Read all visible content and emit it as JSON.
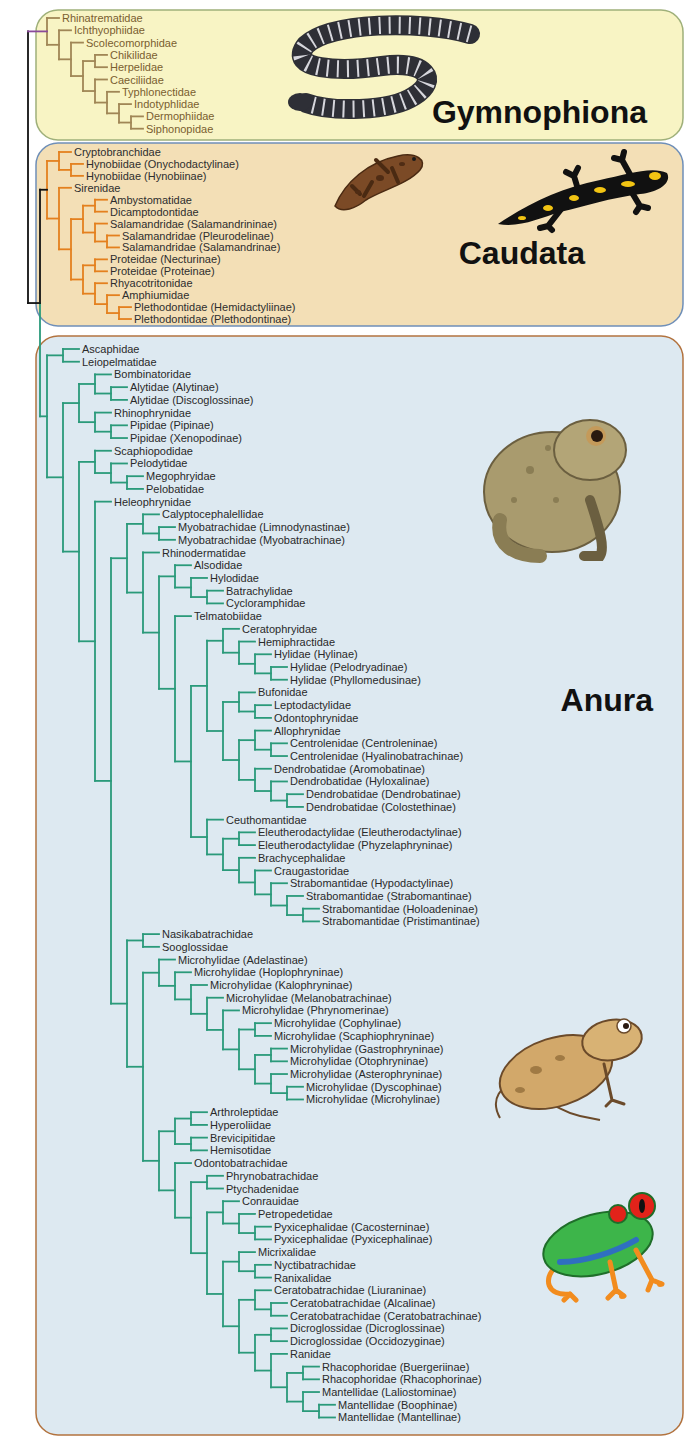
{
  "diagram": {
    "nodes": [
      {
        "text": [
          "Gymnophiona"
        ]
      },
      {
        "text": [
          "Caudata"
        ]
      },
      {
        "text": [
          "Anura"
        ]
      }
    ],
    "labels": [
      "Rhinatrematidae",
      "Ichthyophiidae",
      "Scolecomorphidae",
      "Chikilidae",
      "Herpelidae",
      "Caeciliidae",
      "Typhlonectidae",
      "Indotyphlidae",
      "Dermophiidae",
      "Siphonopidae",
      "Cryptobranchidae",
      "Hynobiidae (Onychodactylinae)",
      "Hynobiidae (Hynobiinae)",
      "Sirenidae",
      "Ambystomatidae",
      "Dicamptodontidae",
      "Salamandridae (Salamandrininae)",
      "Salamandridae (Pleurodelinae)",
      "Salamandridae (Salamandrinae)",
      "Proteidae (Necturinae)",
      "Proteidae (Proteinae)",
      "Rhyacotritonidae",
      "Amphiumidae",
      "Plethodontidae (Hemidactyliinae)",
      "Plethodontidae (Plethodontinae)",
      "Ascaphidae",
      "Leiopelmatidae",
      "Bombinatoridae",
      "Alytidae (Alytinae)",
      "Alytidae (Discoglossinae)",
      "Rhinophrynidae",
      "Pipidae (Pipinae)",
      "Pipidae (Xenopodinae)",
      "Scaphiopodidae",
      "Pelodytidae",
      "Megophryidae",
      "Pelobatidae",
      "Heleophrynidae",
      "Calyptocephalellidae",
      "Myobatrachidae (Limnodynastinae)",
      "Myobatrachidae (Myobatrachinae)",
      "Rhinodermatidae",
      "Alsodidae",
      "Hylodidae",
      "Batrachylidae",
      "Cycloramphidae",
      "Telmatobiidae",
      "Ceratophryidae",
      "Hemiphractidae",
      "Hylidae (Hylinae)",
      "Hylidae (Pelodryadinae)",
      "Hylidae (Phyllomedusinae)",
      "Bufonidae",
      "Leptodactylidae",
      "Odontophrynidae",
      "Allophrynidae",
      "Centrolenidae (Centroleninae)",
      "Centrolenidae (Hyalinobatrachinae)",
      "Dendrobatidae (Aromobatinae)",
      "Dendrobatidae (Hyloxalinae)",
      "Dendrobatidae (Dendrobatinae)",
      "Dendrobatidae (Colostethinae)",
      "Ceuthomantidae",
      "Eleutherodactylidae (Eleutherodactylinae)",
      "Eleutherodactylidae (Phyzelaphryninae)",
      "Brachycephalidae",
      "Craugastoridae",
      "Strabomantidae (Hypodactylinae)",
      "Strabomantidae (Strabomantinae)",
      "Strabomantidae (Holoadeninae)",
      "Strabomantidae (Pristimantinae)",
      "Nasikabatrachidae",
      "Sooglossidae",
      "Microhylidae (Adelastinae)",
      "Microhylidae (Hoplophryninae)",
      "Microhylidae (Kalophryninae)",
      "Microhylidae (Melanobatrachinae)",
      "Microhylidae (Phrynomerinae)",
      "Microhylidae (Cophylinae)",
      "Microhylidae (Scaphiophryninae)",
      "Microhylidae (Gastrophryninae)",
      "Microhylidae (Otophryninae)",
      "Microhylidae (Asterophryninae)",
      "Microhylidae (Dyscophinae)",
      "Microhylidae (Microhylinae)",
      "Arthroleptidae",
      "Hyperoliidae",
      "Brevicipitidae",
      "Hemisotidae",
      "Odontobatrachidae",
      "Phrynobatrachidae",
      "Ptychadenidae",
      "Conrauidae",
      "Petropedetidae",
      "Pyxicephalidae (Cacosterninae)",
      "Pyxicephalidae (Pyxicephalinae)",
      "Micrixalidae",
      "Nyctibatrachidae",
      "Ranixalidae",
      "Ceratobatrachidae (Liuraninae)",
      "Ceratobatrachidae (Alcalinae)",
      "Ceratobatrachidae (Ceratobatrachinae)",
      "Dicroglossidae (Dicroglossinae)",
      "Dicroglossidae (Occidozyginae)",
      "Ranidae",
      "Rhacophoridae (Buergeriinae)",
      "Rhacophoridae (Rhacophorinae)",
      "Mantellidae (Laliostominae)",
      "Mantellidae (Boophinae)",
      "Mantellidae (Mantellinae)"
    ]
  }
}
